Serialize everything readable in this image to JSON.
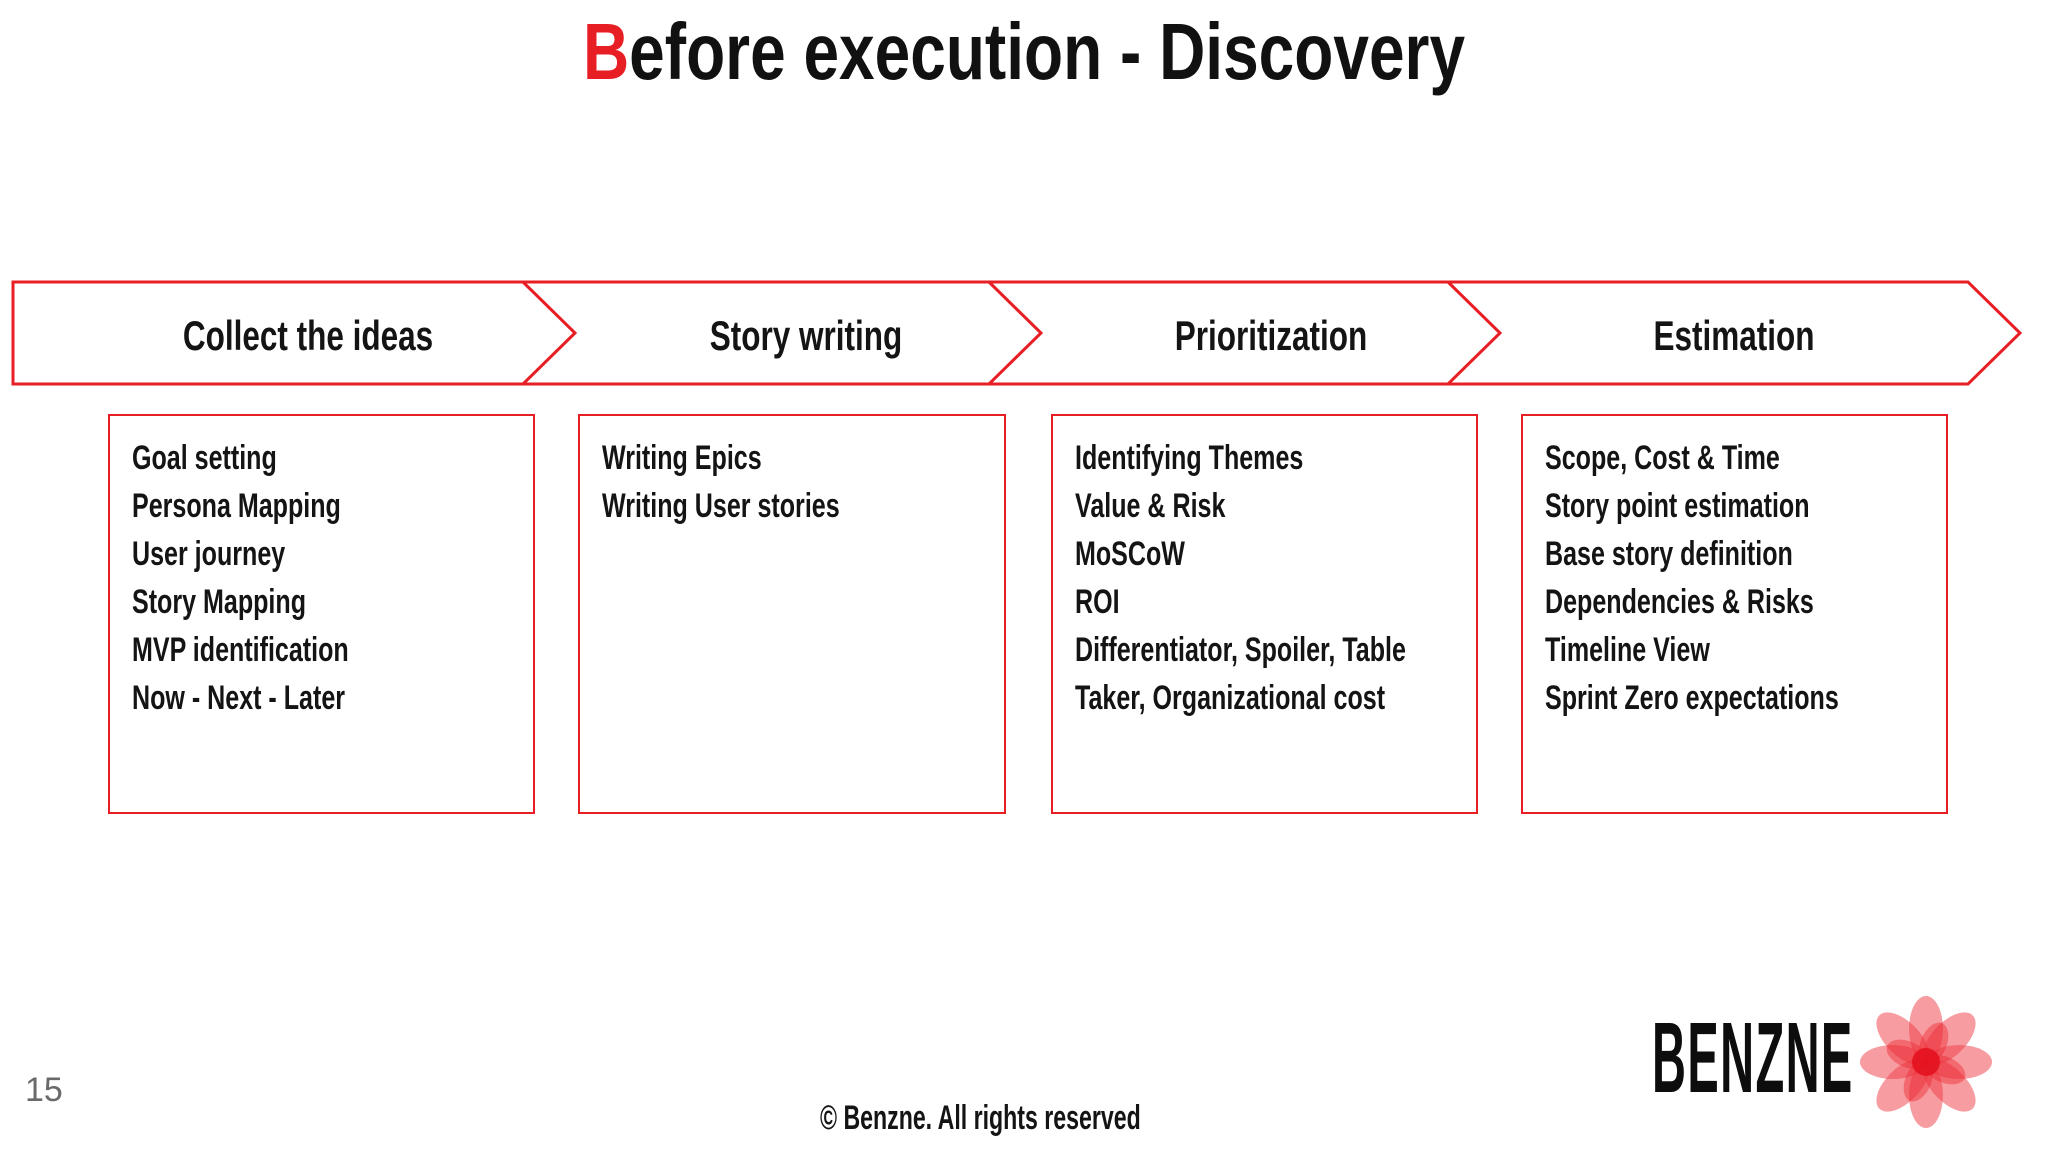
{
  "title": {
    "highlight": "B",
    "rest": "efore execution - Discovery"
  },
  "page_number": "15",
  "footer": {
    "copyright": "© Benzne. All rights reserved"
  },
  "logo": {
    "wordmark": "BENZNE",
    "icon": "lotus-flower-icon"
  },
  "colors": {
    "accent_red": "#e81e25",
    "flower_red": "#ef3b46",
    "text_black": "#141414",
    "page_number_gray": "#6a6a6a"
  },
  "process_steps": [
    {
      "label": "Collect the ideas",
      "items": [
        "Goal setting",
        "Persona Mapping",
        "User journey",
        "Story Mapping",
        "MVP identification",
        "Now - Next - Later"
      ]
    },
    {
      "label": "Story writing",
      "items": [
        "Writing Epics",
        "Writing User stories"
      ]
    },
    {
      "label": "Prioritization",
      "items": [
        "Identifying Themes",
        "Value & Risk",
        "MoSCoW",
        "ROI",
        "Differentiator, Spoiler, Table Taker, Organizational cost"
      ]
    },
    {
      "label": "Estimation",
      "items": [
        "Scope, Cost & Time",
        "Story point estimation",
        "Base story definition",
        "Dependencies & Risks",
        "Timeline View",
        "Sprint Zero expectations"
      ]
    }
  ]
}
